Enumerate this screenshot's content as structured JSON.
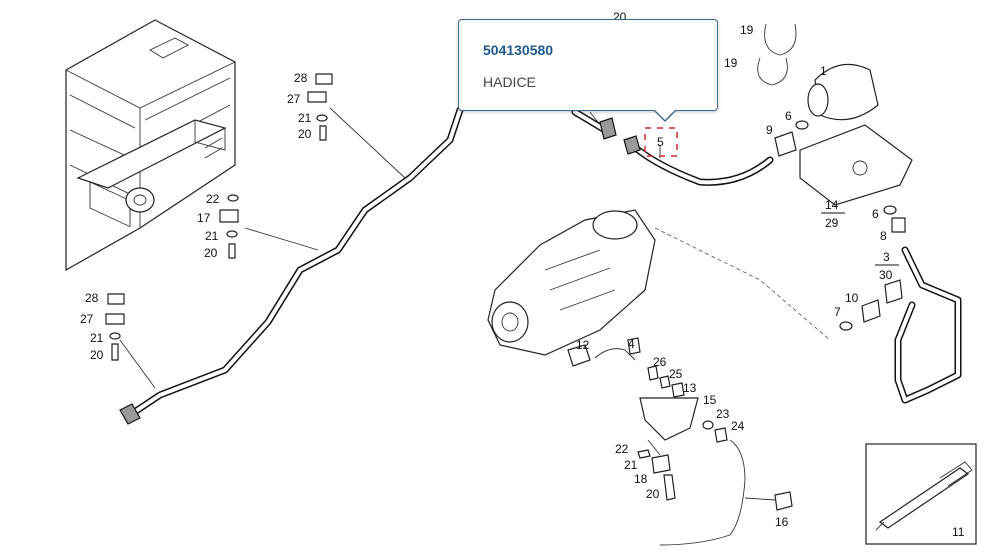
{
  "tooltip": {
    "part_number": "504130580",
    "description": "HADICE"
  },
  "selected_callout": "5",
  "colors": {
    "tooltip_border": "#3b6a8a",
    "part_number": "#1e5a8c",
    "highlight": "#d0262e"
  },
  "callouts": {
    "c20_top": "20",
    "c19a": "19",
    "c19b": "19",
    "c1": "1",
    "c9": "9",
    "c6a": "6",
    "c5": "5",
    "c14": "14",
    "c29": "29",
    "c6b": "6",
    "c8": "8",
    "c3": "3",
    "c30": "30",
    "c10": "10",
    "c7": "7",
    "c28a": "28",
    "c27a": "27",
    "c21a": "21",
    "c20a": "20",
    "c22a": "22",
    "c17": "17",
    "c21b": "21",
    "c20b": "20",
    "c28b": "28",
    "c27b": "27",
    "c21c": "21",
    "c20c": "20",
    "c12": "12",
    "c4": "4",
    "c26": "26",
    "c25": "25",
    "c13": "13",
    "c15": "15",
    "c23": "23",
    "c24": "24",
    "c22b": "22",
    "c21d": "21",
    "c18": "18",
    "c20d": "20",
    "c16": "16",
    "c11": "11"
  }
}
